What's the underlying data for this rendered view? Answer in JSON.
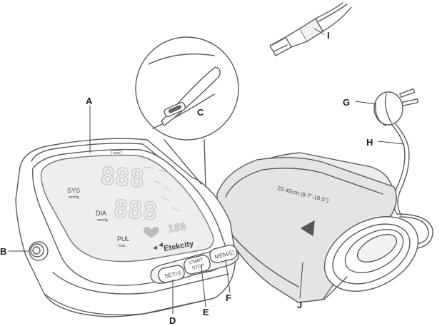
{
  "colors": {
    "line": "#5a5a5a",
    "screen": "#eeeeee",
    "cuff": "#e4e4e4",
    "label": "#222222"
  },
  "labels": {
    "A": "A",
    "B": "B",
    "C": "C",
    "D": "D",
    "E": "E",
    "F": "F",
    "G": "G",
    "H": "H",
    "I": "I",
    "J": "J"
  },
  "display": {
    "sys": "SYS",
    "sys_unit": "mmHg",
    "dia": "DIA",
    "dia_unit": "mmHg",
    "pul": "PUL",
    "pul_unit": "/min",
    "digits_sys": "888",
    "digits_dia": "888",
    "digits_pul": "188",
    "brand": "Etekcity",
    "heart_icon": "heart-icon",
    "battery_icon": "battery-icon"
  },
  "buttons": {
    "set": "SET/⊙",
    "start_top": "START",
    "start_bottom": "STOP",
    "mem": "MEM/☑"
  },
  "cuff": {
    "size_text": "22-42cm (8.7\"-16.5\")"
  }
}
